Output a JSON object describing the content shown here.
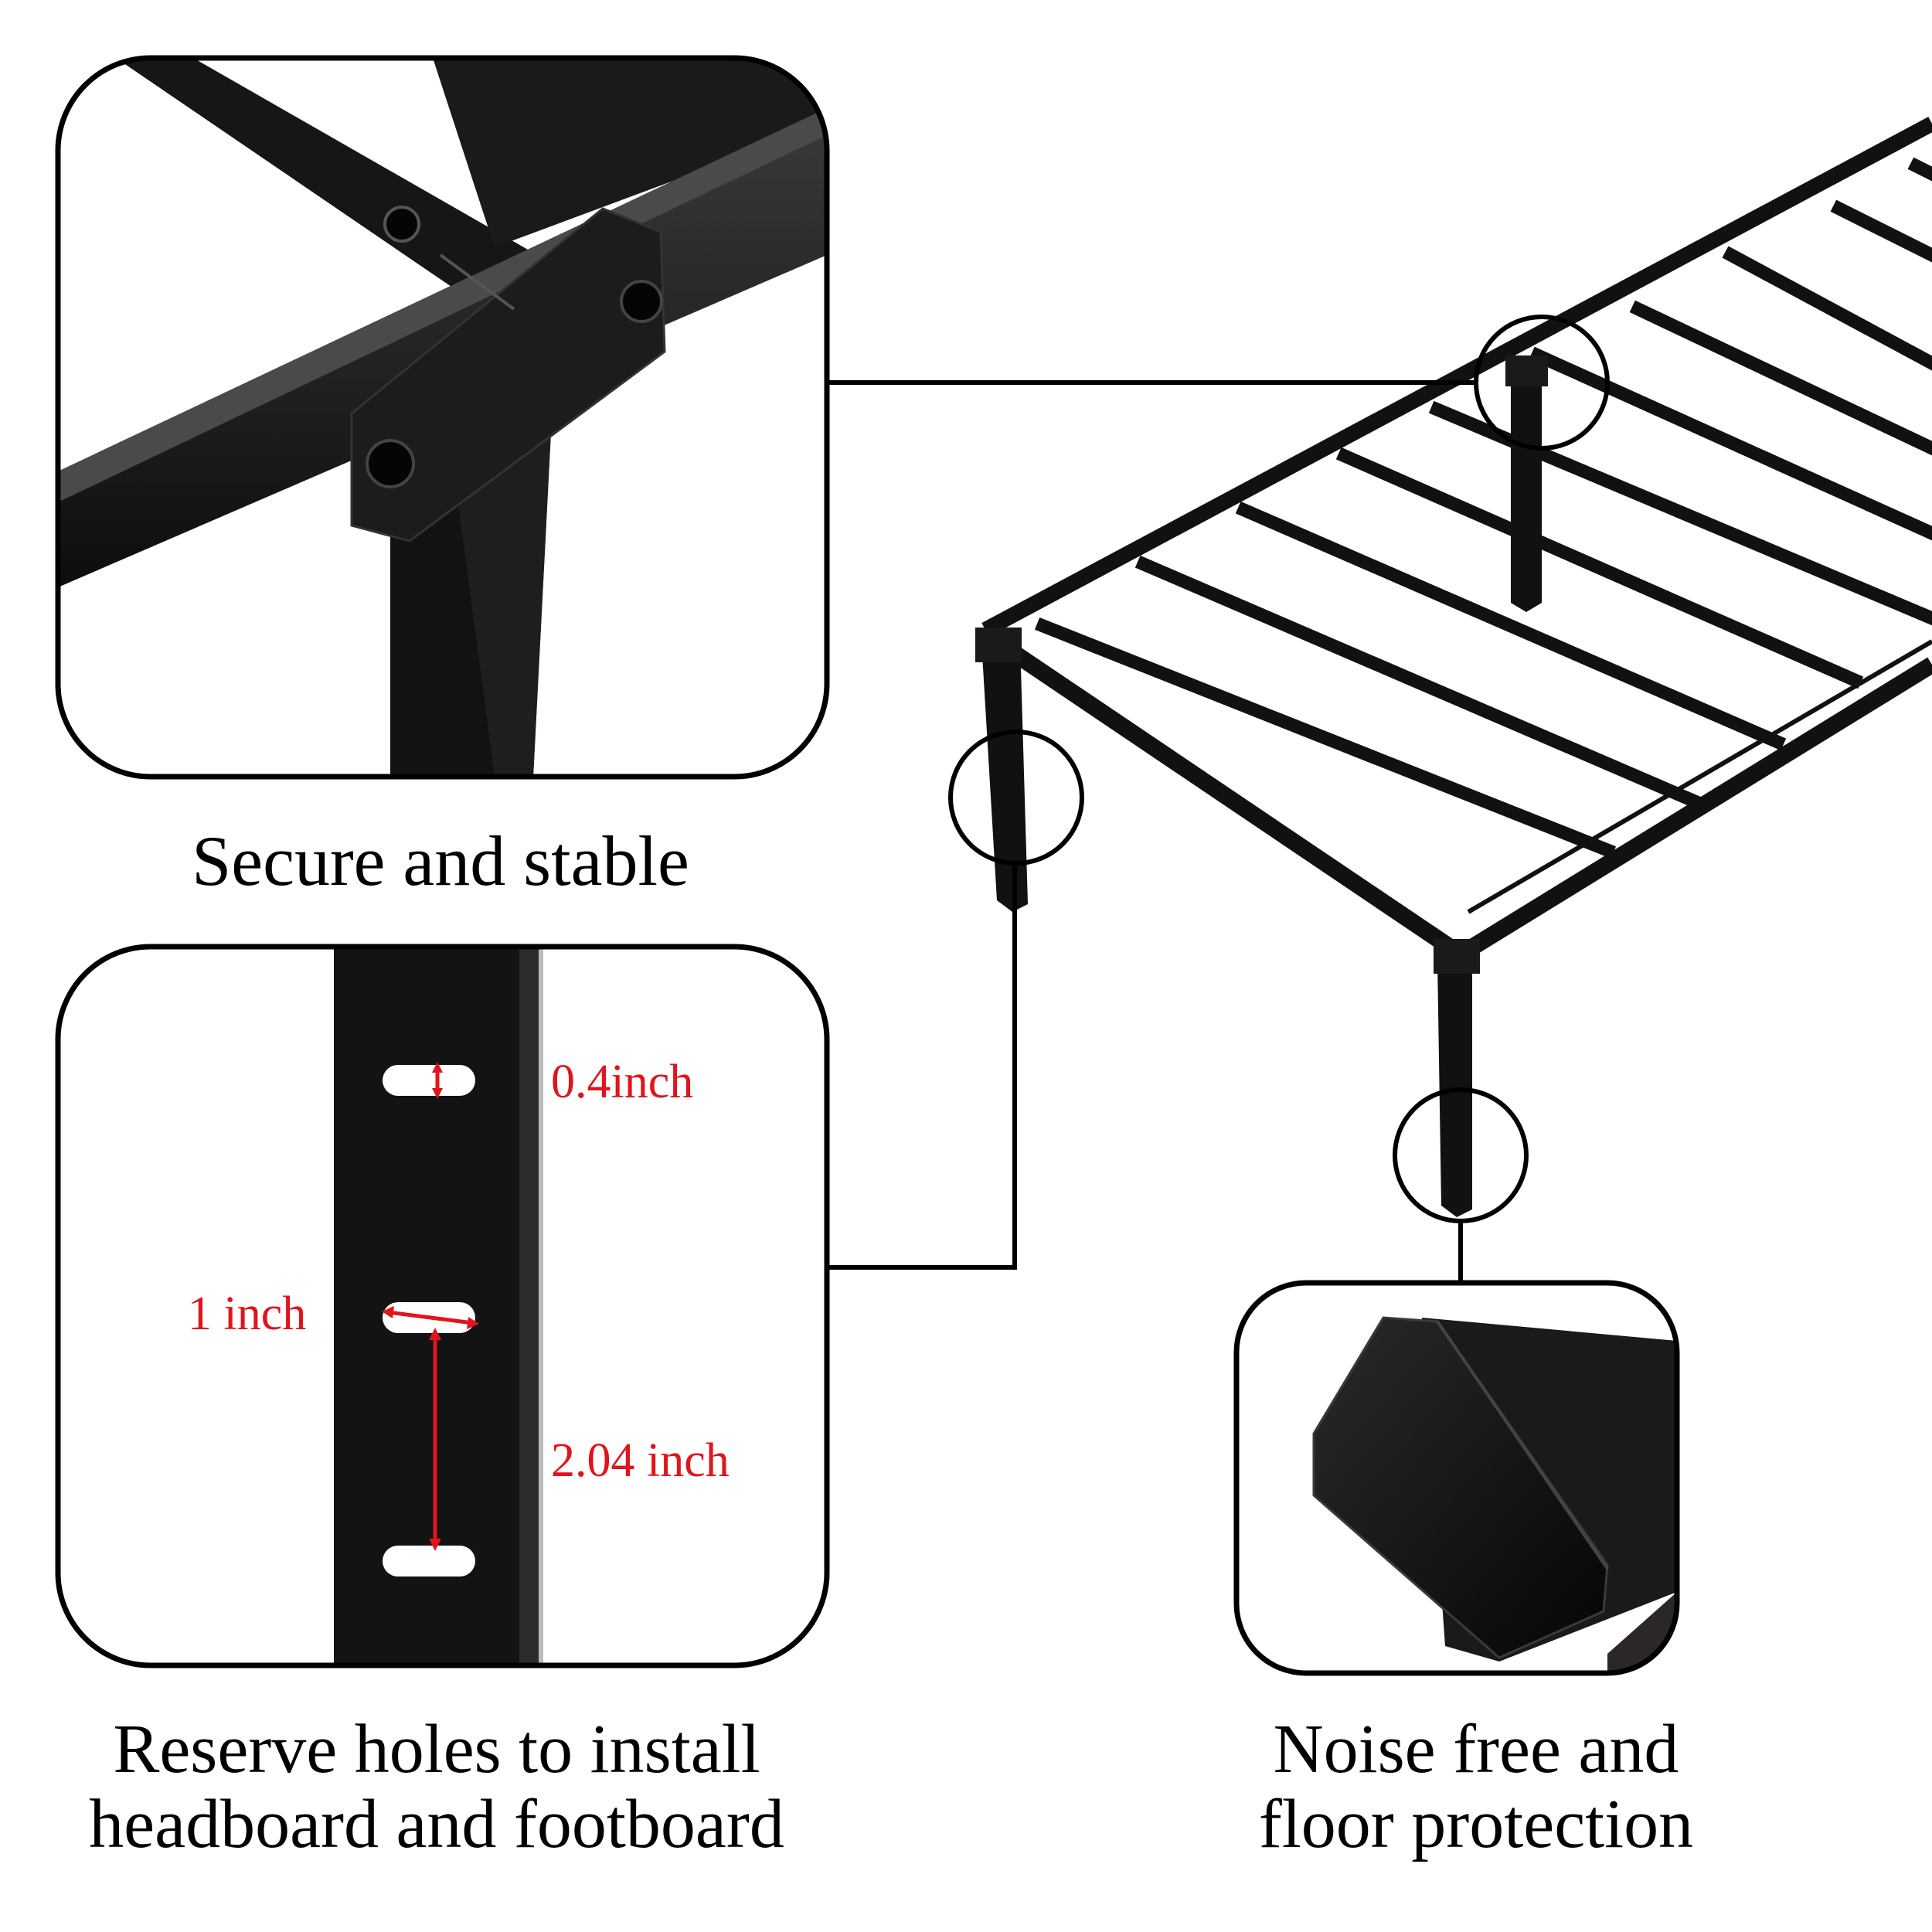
{
  "captions": {
    "secure": "Secure and stable",
    "reserve_line1": "Reserve holes to install",
    "reserve_line2": "headboard and footboard",
    "noise_line1": "Noise free and",
    "noise_line2": "floor protection"
  },
  "measurements": {
    "slot_height": "0.4inch",
    "slot_width": "1 inch",
    "hole_spacing": "2.04 inch"
  },
  "colors": {
    "frame": "#111111",
    "outline": "#000000",
    "measure": "#e0151c",
    "background": "#ffffff"
  }
}
